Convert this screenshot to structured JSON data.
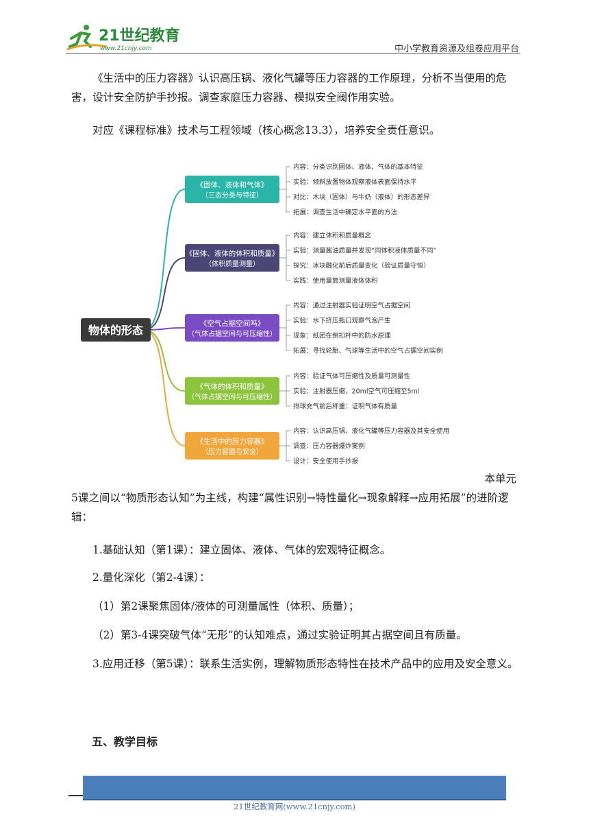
{
  "header": {
    "logo_text": "21世纪教育",
    "logo_url": "www.21cnjy.com",
    "platform": "中小学教育资源及组卷应用平台"
  },
  "intro": {
    "p1": "《生活中的压力容器》认识高压锅、液化气罐等压力容器的工作原理，分析不当使用的危害，设计安全防护手抄报。调查家庭压力容器、模拟安全阀作用实验。",
    "p2": "对应《课程标准》技术与工程领域（核心概念13.3），培养安全责任意识。"
  },
  "mindmap": {
    "root": "物体的形态",
    "colors": [
      "#2bb5a8",
      "#4b4676",
      "#7a4bc2",
      "#8cc43e",
      "#f1a63b"
    ],
    "branches": [
      {
        "title": "《固体、液体和气体》",
        "subtitle": "（三态分类与特征）",
        "items": [
          "内容：分类识别固体、液体、气体的基本特征",
          "实验：倾斜放置物体观察液体表面保持水平",
          "对比：木块（固体）与牛奶（液体）的形态差异",
          "拓展：调查生活中确定水平面的方法"
        ]
      },
      {
        "title": "《固体、液体的体积和质量》",
        "subtitle": "（体积质量测量）",
        "items": [
          "内容：建立体积和质量概念",
          "实验：测量酱油质量并发现“同体积液体质量不同”",
          "探究：冰块融化前后质量变化（验证质量守恒）",
          "实践：使用量筒测量液体体积"
        ]
      },
      {
        "title": "《空气占据空间吗》",
        "subtitle": "（气体占据空间与可压缩性）",
        "items": [
          "内容：通过注射器实验证明空气占据空间",
          "实验：水下挤压瓶口观察气泡产生",
          "现象：纸团在倒扣杯中的防水原理",
          "拓展：寻找轮胎、气球等生活中的空气占据空间实例"
        ]
      },
      {
        "title": "《气体的体积和质量》",
        "subtitle": "（气体占据空间与可压缩性）",
        "items": [
          "内容：验证气体可压缩性及质量可测量性",
          "实验：注射器压缩，20ml空气可压缩至5ml",
          "排球充气前后称重：证明气体有质量"
        ]
      },
      {
        "title": "《生活中的压力容器》",
        "subtitle": "（压力容器与安全）",
        "items": [
          "内容：认识高压锅、液化气罐等压力容器及其安全使用",
          "调查：压力容器爆炸案例",
          "设计：安全使用手抄报"
        ]
      }
    ]
  },
  "body": {
    "p3_tail": "本单元",
    "p3": "5课之间以“物质形态认知”为主线，构建“属性识别→特性量化→现象解释→应用拓展”的进阶逻辑：",
    "p4": "1.基础认知（第1课）：建立固体、液体、气体的宏观特征概念。",
    "p5": "2.量化深化（第2-4课）：",
    "p6": "（1）第2课聚焦固体/液体的可测量属性（体积、质量）；",
    "p7": "（2）第3-4课突破气体“无形”的认知难点，通过实验证明其占据空间且有质量。",
    "p8": "3.应用迁移（第5课）：联系生活实例，理解物质形态特性在技术产品中的应用及安全意义。"
  },
  "section_heading": "五、教学目标",
  "footer": {
    "text": "21世纪教育网(www.21cnjy.com)"
  }
}
